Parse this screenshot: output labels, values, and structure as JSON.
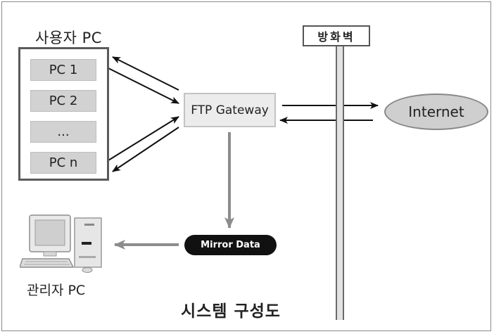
{
  "diagram": {
    "user_group_title": "사용자 PC",
    "pcs": [
      "PC 1",
      "PC 2",
      "...",
      "PC n"
    ],
    "gateway_label": "FTP Gateway",
    "firewall_label": "방화벽",
    "internet_label": "Internet",
    "mirror_label": "Mirror Data",
    "admin_label": "관리자 PC",
    "caption": "시스템 구성도"
  },
  "colors": {
    "arrow_dark": "#111111",
    "arrow_gray": "#8c8c8c",
    "internet_fill": "#cfcfcf",
    "pc_item_fill": "#d2d2d2",
    "mirror_fill": "#111111"
  },
  "icons": [
    "computer-icon"
  ]
}
